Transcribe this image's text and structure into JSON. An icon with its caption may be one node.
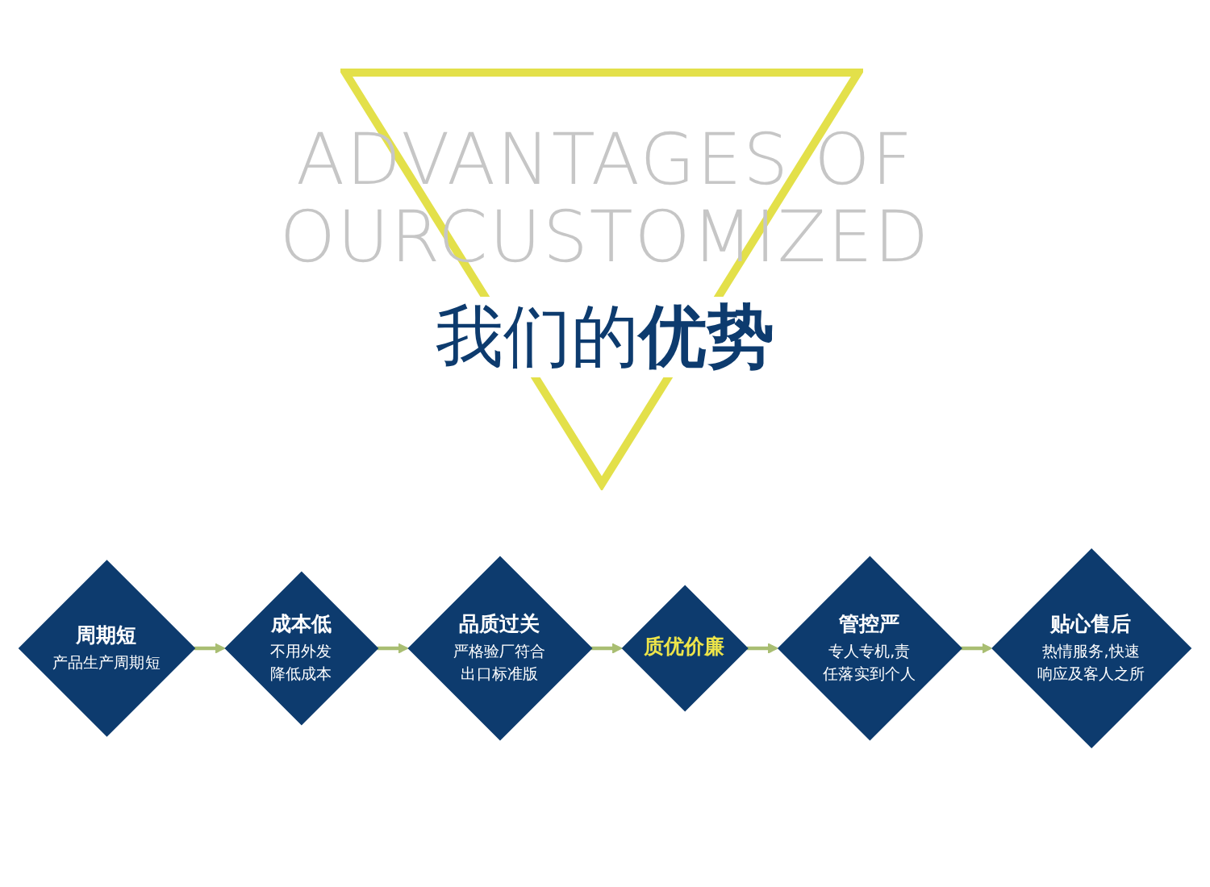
{
  "diagram": {
    "title": "我们的**优势**",
    "nodes": [
      {
        "text": [
          "周期短",
          "产品生产周期短"
        ]
      },
      {
        "text": [
          "成本低",
          "不用外发降低成本"
        ]
      },
      {
        "text": [
          "品质过关",
          "严格验厂符合出口标准版"
        ]
      },
      {
        "text": [
          "质优价廉"
        ]
      },
      {
        "text": [
          "管控严",
          "专人专机,责任落实到个人"
        ]
      },
      {
        "text": [
          "贴心售后",
          "热情服务,快速响应及客人之所"
        ]
      }
    ],
    "edges": [
      {
        "from": 0,
        "to": 1,
        "arrow": "to"
      },
      {
        "from": 1,
        "to": 2,
        "arrow": "to"
      },
      {
        "from": 2,
        "to": 3,
        "arrow": "to"
      },
      {
        "from": 3,
        "to": 4,
        "arrow": "to"
      },
      {
        "from": 4,
        "to": 5,
        "arrow": "to"
      }
    ],
    "labels": [
      "ADVANTAGES OF OURCUSTOMIZED"
    ]
  }
}
